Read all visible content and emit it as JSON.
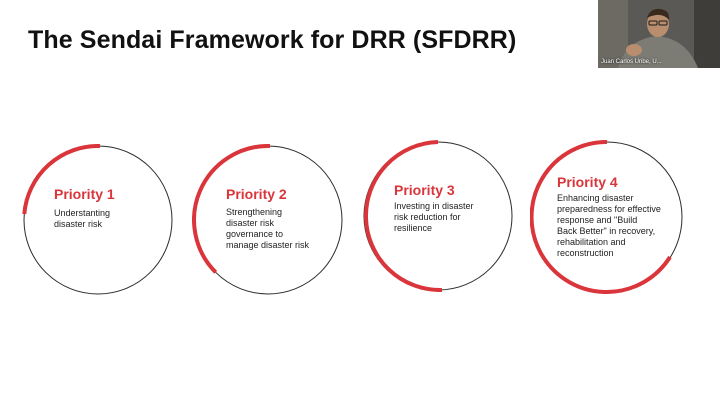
{
  "slide": {
    "title": "The Sendai Framework for DRR (SFDRR)"
  },
  "video": {
    "participant_name": "Juan Carlos Uribe, U..."
  },
  "colors": {
    "accent": "#d9353b",
    "ring": "#2b2b2b"
  },
  "priorities": [
    {
      "title": "Priority 1",
      "lines": [
        "Understanting",
        "disaster risk"
      ]
    },
    {
      "title": "Priority 2",
      "lines": [
        "Strengthening",
        "disaster risk",
        "governance to",
        "manage disaster risk"
      ]
    },
    {
      "title": "Priority 3",
      "lines": [
        "Investing in disaster",
        "risk reduction for",
        "resilience"
      ]
    },
    {
      "title": "Priority 4",
      "lines": [
        "Enhancing disaster",
        "preparedness for effective",
        "response and \"Build",
        "Back Better\" in recovery,",
        "rehabilitation and",
        "reconstruction"
      ]
    }
  ]
}
